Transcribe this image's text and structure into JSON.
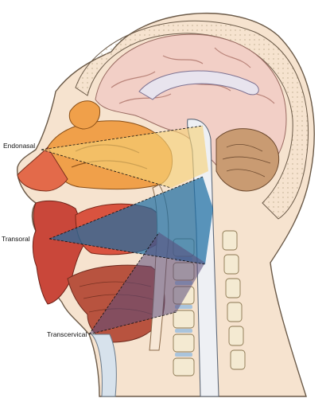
{
  "labels": {
    "endonasal": "Endonasal",
    "transoral": "Transoral",
    "transcervical": "Transcervical"
  },
  "colors": {
    "endonasal_corridor": "#f3c76a",
    "transoral_corridor": "#1f6fa3",
    "transcervical_corridor": "#6a5e8a",
    "skin": "#f6e3cf",
    "muscle": "#c9473a",
    "brain": "#f2cfc6",
    "bone": "#f7f1d8"
  }
}
